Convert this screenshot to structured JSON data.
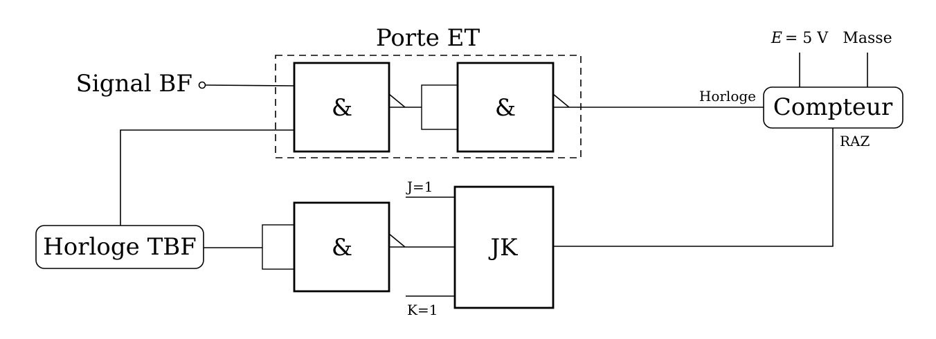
{
  "group": {
    "title": "Porte ET"
  },
  "inputs": {
    "signal_bf": "Signal BF"
  },
  "clock_tbf": {
    "label": "Horloge TBF"
  },
  "gates": {
    "and1": "&",
    "and2": "&",
    "and3": "&"
  },
  "flipflop": {
    "label": "JK",
    "j_input": "J=1",
    "k_input": "K=1"
  },
  "counter": {
    "label": "Compteur",
    "clock_pin": "Horloge",
    "reset_pin": "RAZ",
    "supply_symbol": "E",
    "supply_value": "= 5 V",
    "ground": "Masse"
  }
}
